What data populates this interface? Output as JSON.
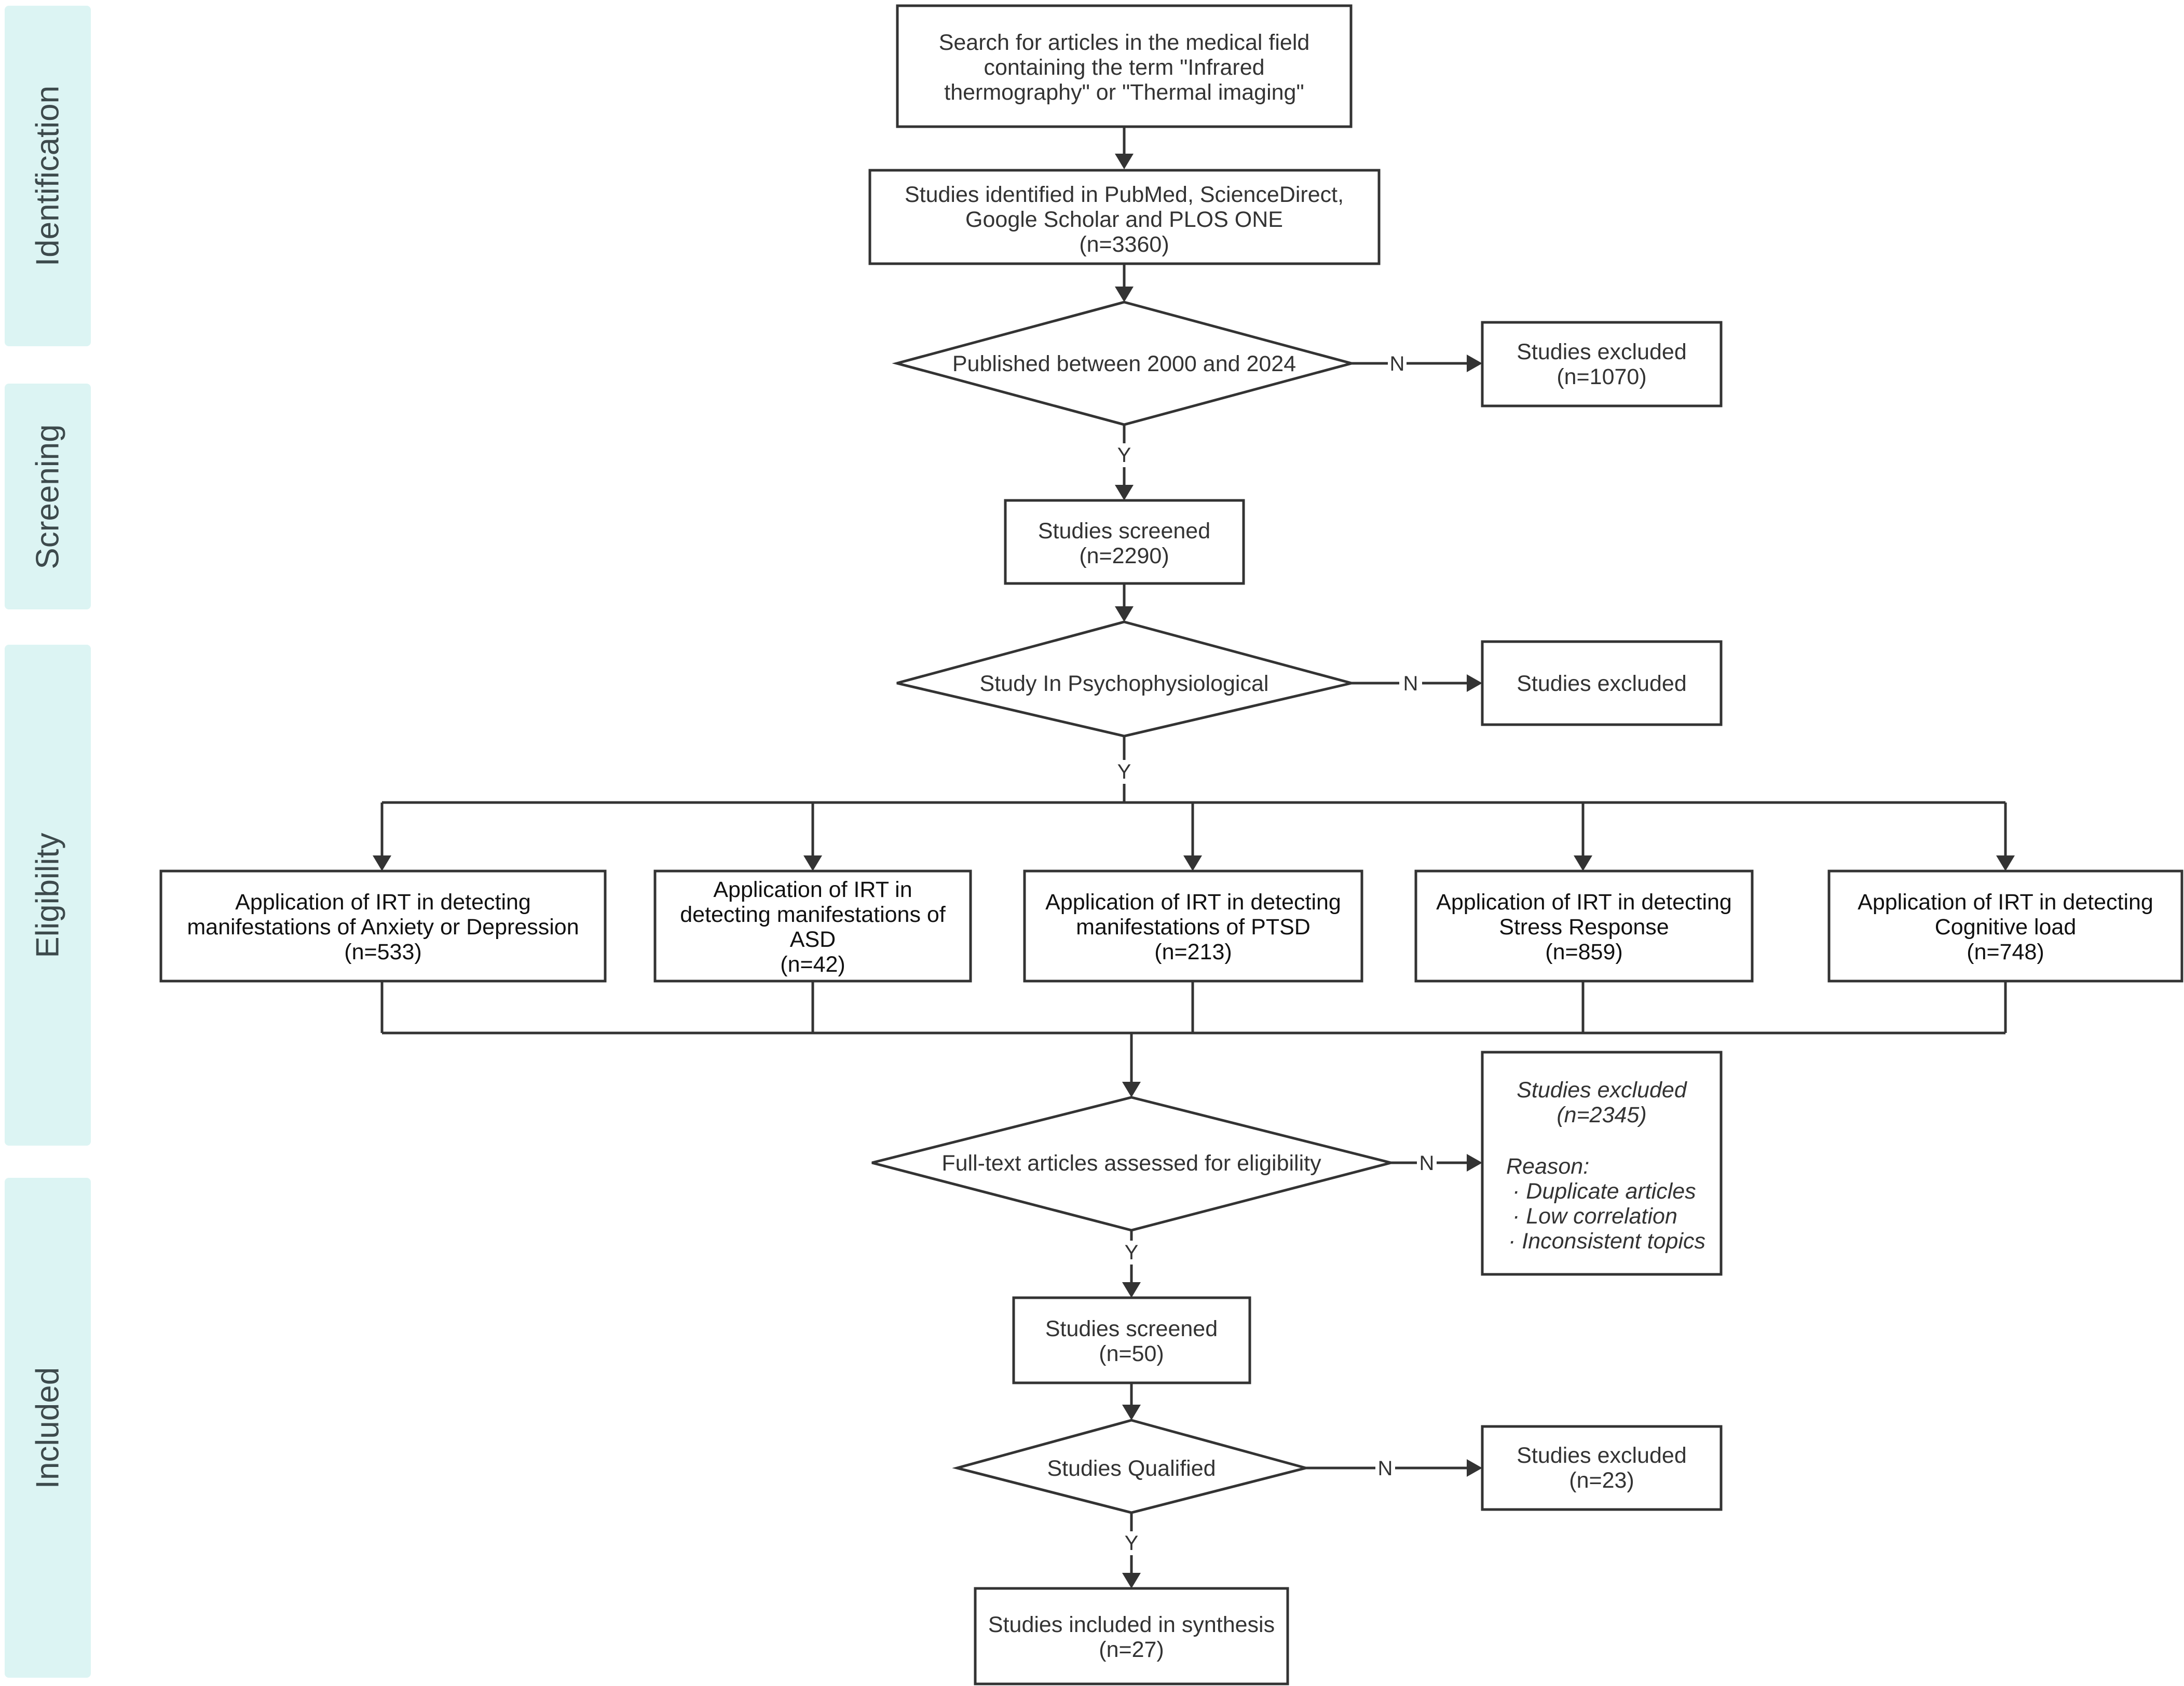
{
  "phases": [
    "Identification",
    "Screening",
    "Eligibility",
    "Included"
  ],
  "nodes": {
    "search": [
      "Search for articles in the medical field",
      "containing the term \"Infrared",
      "thermography\" or \"Thermal imaging\""
    ],
    "identified": [
      "Studies identified in PubMed, ScienceDirect,",
      "Google Scholar and PLOS ONE",
      "(n=3360)"
    ],
    "decision_published": "Published between 2000 and 2024",
    "excluded_1": [
      "Studies excluded",
      "(n=1070)"
    ],
    "screened_1": [
      "Studies screened",
      "(n=2290)"
    ],
    "decision_psych": "Study In Psychophysiological",
    "excluded_2": "Studies excluded",
    "branches": [
      [
        "Application of IRT in detecting",
        "manifestations of  Anxiety or Depression",
        "(n=533)"
      ],
      [
        "Application of IRT in",
        "detecting manifestations of",
        "ASD",
        "(n=42)"
      ],
      [
        "Application of IRT in detecting",
        "manifestations of  PTSD",
        "(n=213)"
      ],
      [
        "Application of IRT in detecting",
        "Stress Response",
        "(n=859)"
      ],
      [
        "Application of IRT in detecting",
        "Cognitive load",
        "(n=748)"
      ]
    ],
    "decision_fulltext": "Full-text articles assessed for eligibility",
    "excluded_3": {
      "title": "Studies excluded",
      "count": "(n=2345)",
      "reason_label": "Reason:",
      "reasons": [
        "· Duplicate articles",
        "· Low correlation",
        "· Inconsistent topics"
      ]
    },
    "screened_2": [
      "Studies screened",
      "(n=50)"
    ],
    "decision_qualified": "Studies Qualified",
    "excluded_4": [
      "Studies excluded",
      "(n=23)"
    ],
    "included": [
      "Studies included in synthesis",
      "(n=27)"
    ]
  },
  "edge_labels": {
    "no": "N",
    "yes": "Y"
  }
}
